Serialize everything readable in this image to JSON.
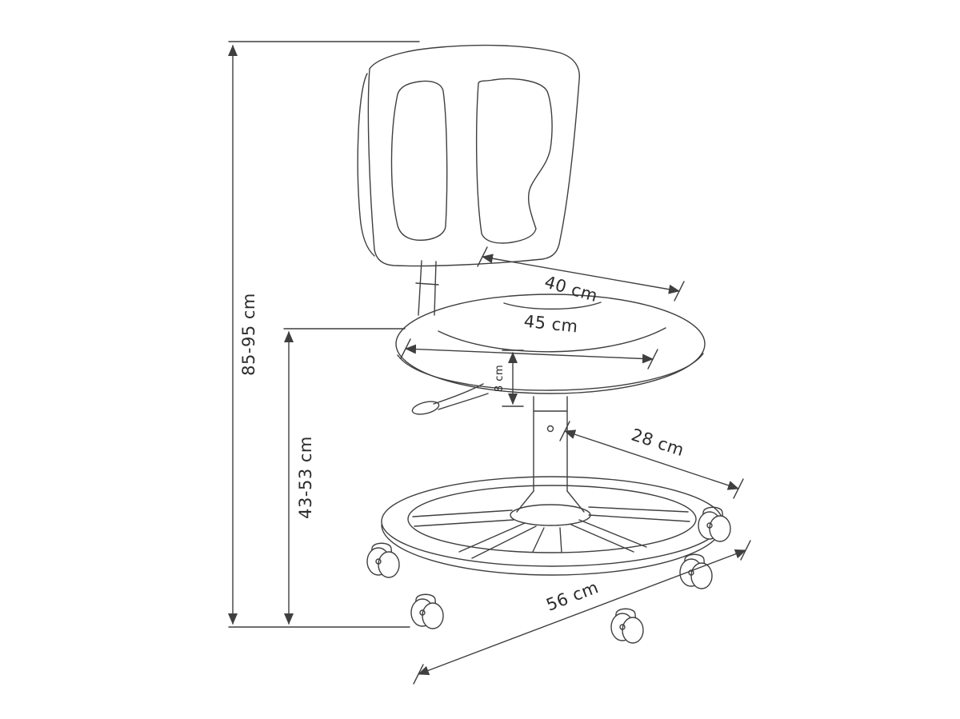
{
  "labels": {
    "total_height": "85-95 cm",
    "seat_height": "43-53 cm",
    "seat_depth": "40 cm",
    "seat_width": "45 cm",
    "cushion_height": "8 cm",
    "footring_offset": "28 cm",
    "base_width": "56 cm"
  },
  "colors": {
    "line": "#3f3f3f",
    "text": "#2b2b2b",
    "background": "#ffffff"
  }
}
